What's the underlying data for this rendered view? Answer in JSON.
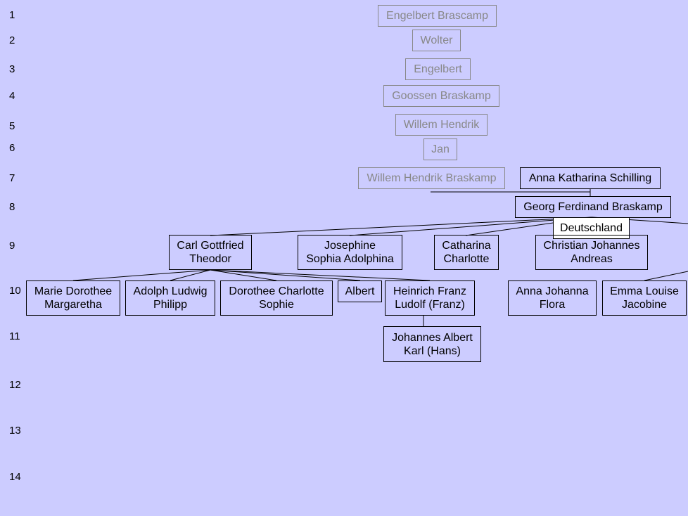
{
  "generations": [
    "1",
    "2",
    "3",
    "4",
    "5",
    "6",
    "7",
    "8",
    "9",
    "10",
    "11",
    "12",
    "13",
    "14"
  ],
  "persons": {
    "engelbert_brascamp": {
      "lines": [
        "Engelbert Brascamp"
      ]
    },
    "wolter": {
      "lines": [
        "Wolter"
      ]
    },
    "engelbert": {
      "lines": [
        "Engelbert"
      ]
    },
    "goossen_braskamp": {
      "lines": [
        "Goossen Braskamp"
      ]
    },
    "willem_hendrik": {
      "lines": [
        "Willem Hendrik"
      ]
    },
    "jan": {
      "lines": [
        "Jan"
      ]
    },
    "willem_hendrik_braskamp": {
      "lines": [
        "Willem Hendrik Braskamp"
      ]
    },
    "anna_katharina_schilling": {
      "lines": [
        "Anna Katharina Schilling"
      ]
    },
    "georg_ferdinand_braskamp": {
      "lines": [
        "Georg Ferdinand Braskamp"
      ]
    },
    "carl_gottfried_theodor": {
      "lines": [
        "Carl Gottfried",
        "Theodor"
      ]
    },
    "josephine_sophia_adolphina": {
      "lines": [
        "Josephine",
        "Sophia Adolphina"
      ]
    },
    "catharina_charlotte": {
      "lines": [
        "Catharina",
        "Charlotte"
      ]
    },
    "christian_johannes_andreas": {
      "lines": [
        "Christian Johannes",
        "Andreas"
      ]
    },
    "marie_dorothee_margaretha": {
      "lines": [
        "Marie Dorothee",
        "Margaretha"
      ]
    },
    "adolph_ludwig_philipp": {
      "lines": [
        "Adolph Ludwig",
        "Philipp"
      ]
    },
    "dorothee_charlotte_sophie": {
      "lines": [
        "Dorothee Charlotte",
        "Sophie"
      ]
    },
    "albert": {
      "lines": [
        "Albert"
      ]
    },
    "heinrich_franz_ludolf": {
      "lines": [
        "Heinrich Franz",
        "Ludolf (Franz)"
      ]
    },
    "anna_johanna_flora": {
      "lines": [
        "Anna Johanna",
        "Flora"
      ]
    },
    "emma_louise_jacobine": {
      "lines": [
        "Emma Louise",
        "Jacobine"
      ]
    },
    "johannes_albert_karl": {
      "lines": [
        "Johannes Albert",
        "Karl (Hans)"
      ]
    }
  },
  "badge": {
    "label": "Deutschland"
  }
}
